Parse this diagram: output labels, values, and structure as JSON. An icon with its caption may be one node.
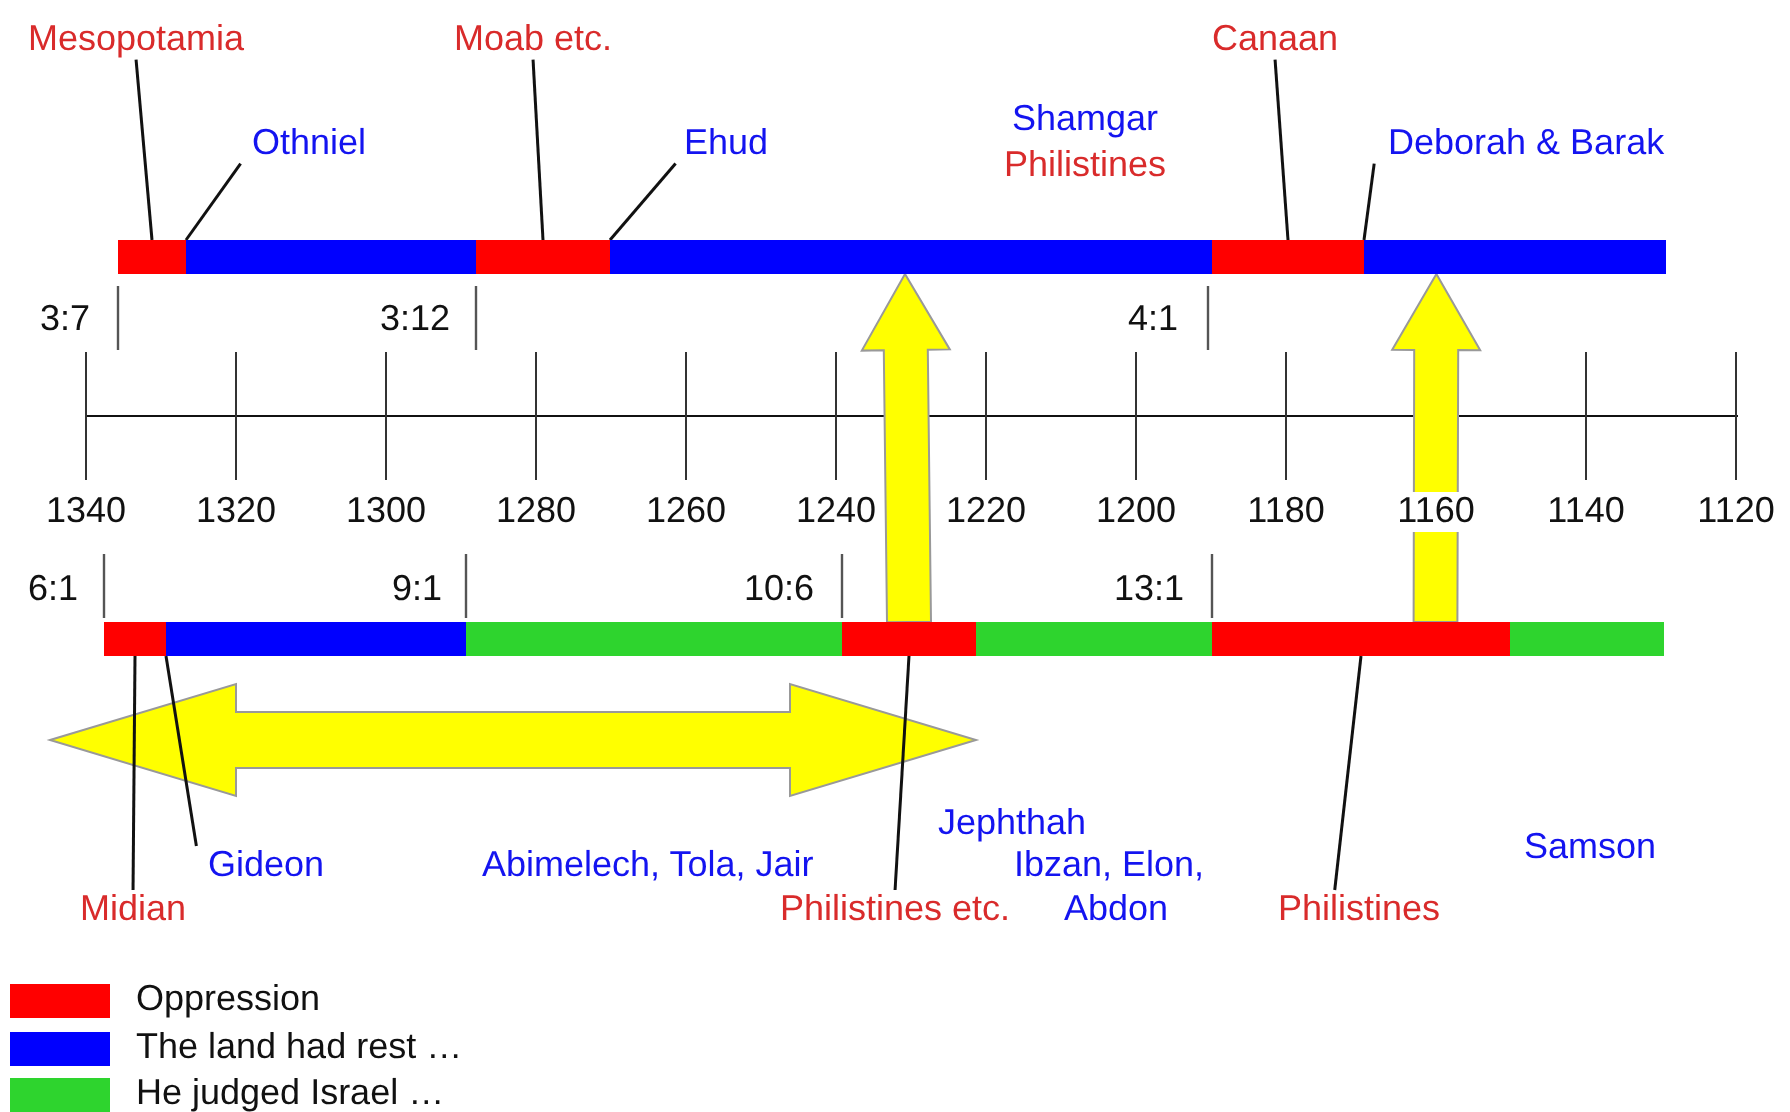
{
  "diagram": {
    "nodes": [
      {
        "text": [
          "Mesopotamia"
        ]
      },
      {
        "text": [
          "Moab etc."
        ]
      },
      {
        "text": [
          "Canaan"
        ]
      },
      {
        "text": [
          "Othniel"
        ]
      },
      {
        "text": [
          "Ehud"
        ]
      },
      {
        "text": [
          "Deborah & Barak"
        ]
      },
      {
        "text": [],
        "shape": "bar"
      },
      {
        "text": [],
        "shape": "bar"
      },
      {
        "text": [],
        "shape": "bar"
      },
      {
        "text": [],
        "shape": "bar"
      },
      {
        "text": [],
        "shape": "bar"
      },
      {
        "text": [],
        "shape": "bar"
      },
      {
        "text": [],
        "shape": "bar"
      },
      {
        "text": [],
        "shape": "bar"
      },
      {
        "text": [],
        "shape": "bar"
      },
      {
        "text": [],
        "shape": "bar"
      },
      {
        "text": [],
        "shape": "bar"
      },
      {
        "text": [],
        "shape": "bar"
      },
      {
        "text": [],
        "shape": "bar"
      },
      {
        "text": [
          "Gideon"
        ]
      },
      {
        "text": [
          "Midian"
        ]
      },
      {
        "text": [
          "Philistines etc."
        ]
      },
      {
        "text": [
          "Philistines"
        ]
      }
    ],
    "edges": [
      {
        "from": 0,
        "to": 6,
        "arrow": "none"
      },
      {
        "from": 3,
        "to": 7,
        "arrow": "none"
      },
      {
        "from": 1,
        "to": 8,
        "arrow": "none"
      },
      {
        "from": 4,
        "to": 9,
        "arrow": "none"
      },
      {
        "from": 2,
        "to": 10,
        "arrow": "none"
      },
      {
        "from": 5,
        "to": 11,
        "arrow": "none"
      },
      {
        "from": 20,
        "to": 12,
        "arrow": "none"
      },
      {
        "from": 19,
        "to": 13,
        "arrow": "none"
      },
      {
        "from": 21,
        "to": 15,
        "arrow": "none"
      },
      {
        "from": 22,
        "to": 17,
        "arrow": "none"
      },
      {
        "from": 15,
        "to": 9,
        "arrow": "to",
        "style": "thick",
        "color": "#ffff00"
      },
      {
        "from": 17,
        "to": 11,
        "arrow": "to",
        "style": "thick",
        "color": "#ffff00"
      }
    ],
    "labels": [
      "Shamgar",
      "Philistines",
      "3:7",
      "3:12",
      "4:1",
      "1340",
      "1320",
      "1300",
      "1280",
      "1260",
      "1240",
      "1220",
      "1200",
      "1180",
      "1160",
      "1140",
      "1120",
      "6:1",
      "9:1",
      "10:6",
      "13:1",
      "Abimelech, Tola, Jair",
      "Jephthah",
      "Ibzan, Elon,",
      "Abdon",
      "Samson"
    ],
    "legend": [
      {
        "text": "Oppression",
        "color": "#ff0000"
      },
      {
        "text": "The land had rest …",
        "color": "#0000ff"
      },
      {
        "text": "He judged Israel …",
        "color": "#2ed42e"
      }
    ]
  }
}
